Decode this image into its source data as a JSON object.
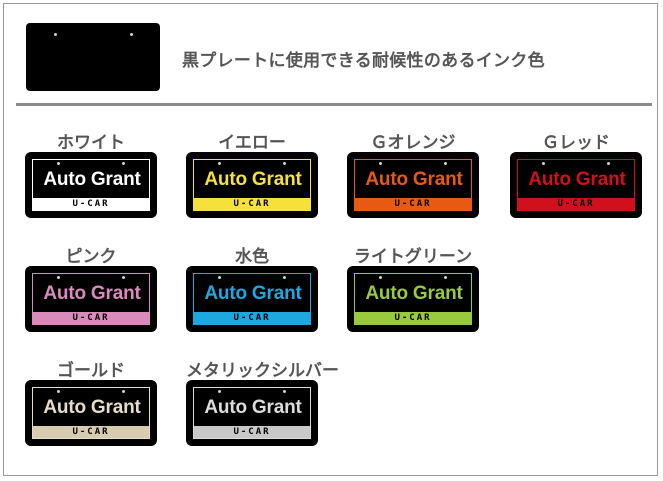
{
  "header": {
    "description": "黒プレートに使用できる耐候性のあるインク色"
  },
  "plate_text": {
    "brand": "Auto Grant",
    "sub": "U-CAR"
  },
  "colors": [
    {
      "label": "ホワイト",
      "logo": "#ffffff",
      "band": "#ffffff",
      "ucar": "#000000"
    },
    {
      "label": "イエロー",
      "logo": "#f6e13a",
      "band": "#f6e13a",
      "ucar": "#000000"
    },
    {
      "label": "Ｇオレンジ",
      "logo": "#e85a12",
      "band": "#e85a12",
      "ucar": "#000000"
    },
    {
      "label": "Ｇレッド",
      "logo": "#d0101a",
      "band": "#d0101a",
      "ucar": "#000000"
    },
    {
      "label": "ピンク",
      "logo": "#d98bbb",
      "band": "#d98bbb",
      "ucar": "#000000"
    },
    {
      "label": "水色",
      "logo": "#1ea8e0",
      "band": "#1ea8e0",
      "ucar": "#000000"
    },
    {
      "label": "ライトグリーン",
      "logo": "#99c93e",
      "band": "#99c93e",
      "ucar": "#000000"
    },
    {
      "label": "ゴールド",
      "logo": "#e6dcc8",
      "band": "#d8ccb0",
      "ucar": "#000000"
    },
    {
      "label": "メタリックシルバー",
      "logo": "#dcdcdc",
      "band": "#c8c8c8",
      "ucar": "#000000"
    }
  ]
}
